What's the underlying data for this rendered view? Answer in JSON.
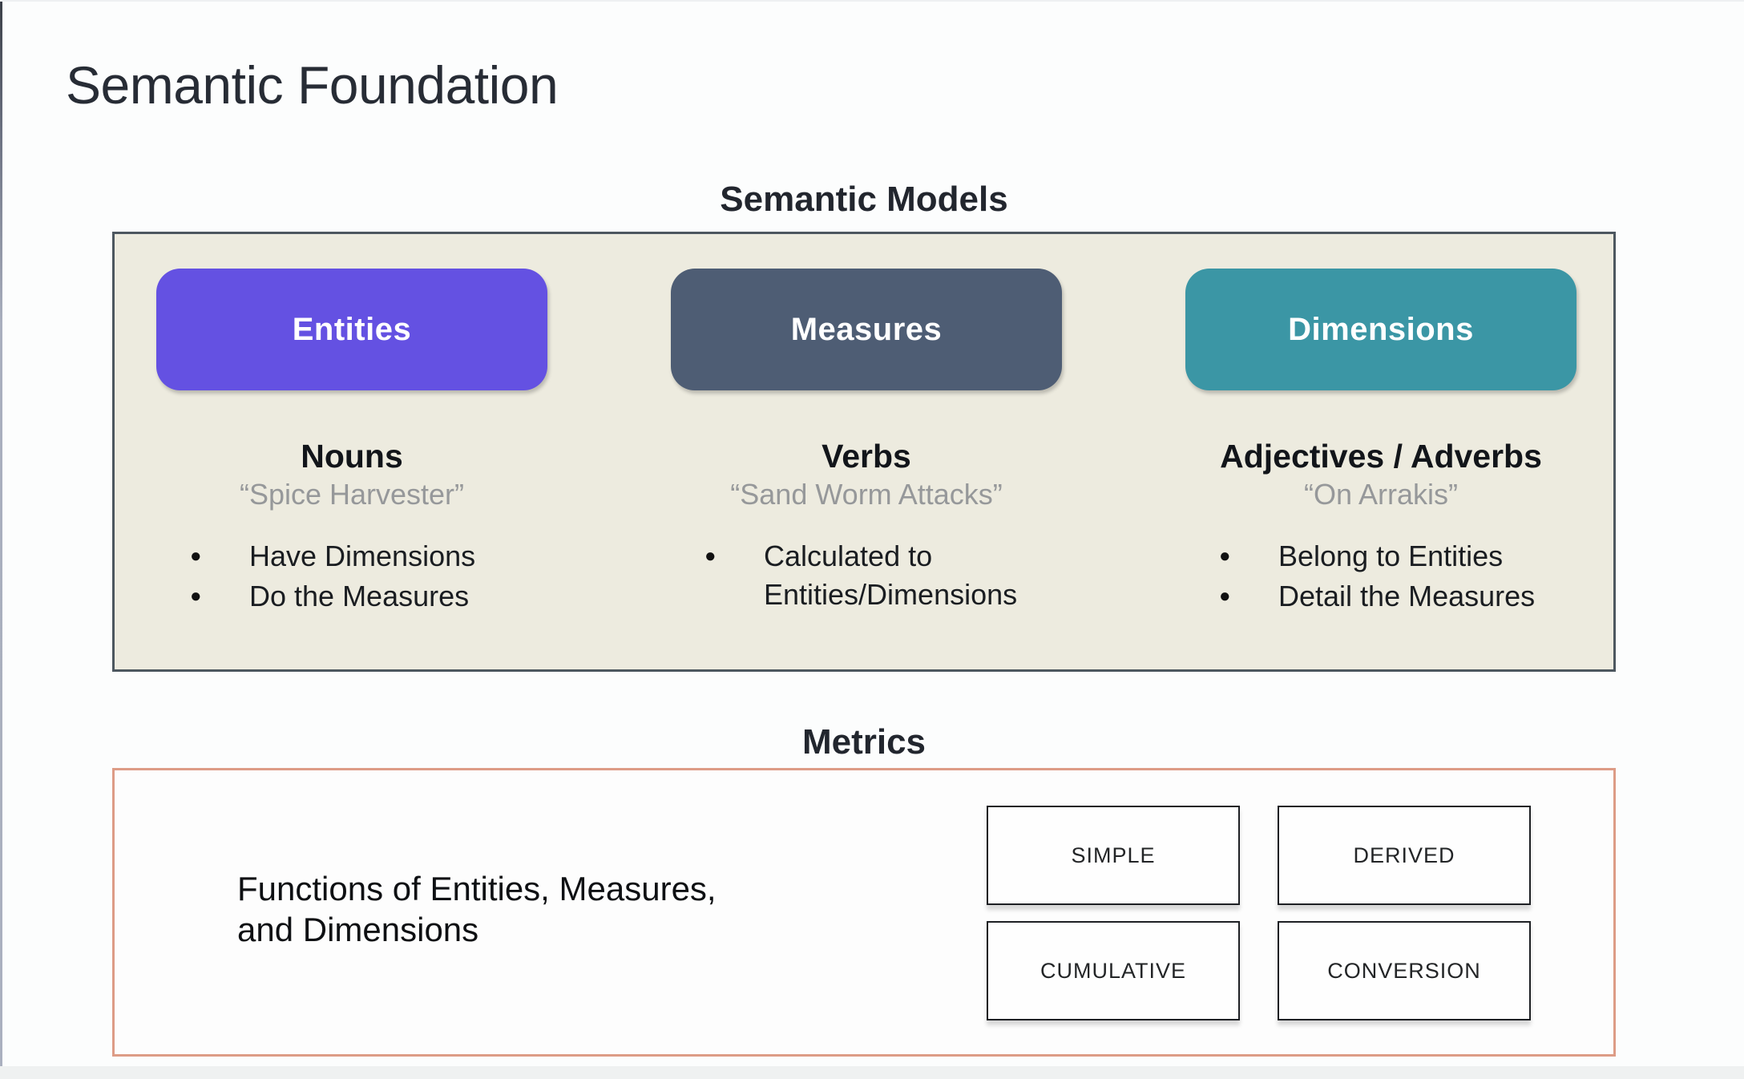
{
  "title": "Semantic Foundation",
  "semantic_models": {
    "heading": "Semantic Models",
    "columns": [
      {
        "pill_label": "Entities",
        "pill_color": "#6451e2",
        "term": "Nouns",
        "quote": "“Spice Harvester”",
        "bullets": [
          "Have Dimensions",
          "Do the Measures"
        ]
      },
      {
        "pill_label": "Measures",
        "pill_color": "#4e5d74",
        "term": "Verbs",
        "quote": "“Sand Worm Attacks”",
        "bullets": [
          "Calculated to Entities/Dimensions"
        ]
      },
      {
        "pill_label": "Dimensions",
        "pill_color": "#3b96a5",
        "term": "Adjectives / Adverbs",
        "quote": "“On Arrakis”",
        "bullets": [
          "Belong to Entities",
          "Detail the Measures"
        ]
      }
    ]
  },
  "metrics": {
    "heading": "Metrics",
    "description_lines": [
      "Functions of Entities, Measures,",
      "and Dimensions"
    ],
    "types": [
      "SIMPLE",
      "DERIVED",
      "CUMULATIVE",
      "CONVERSION"
    ]
  },
  "colors": {
    "entities_pill": "#6451e2",
    "measures_pill": "#4e5d74",
    "dimensions_pill": "#3b96a5",
    "models_panel_bg": "#edebdf",
    "models_panel_border": "#4d575f",
    "metrics_panel_border": "#dd9c86",
    "quote_text": "#96989a"
  }
}
